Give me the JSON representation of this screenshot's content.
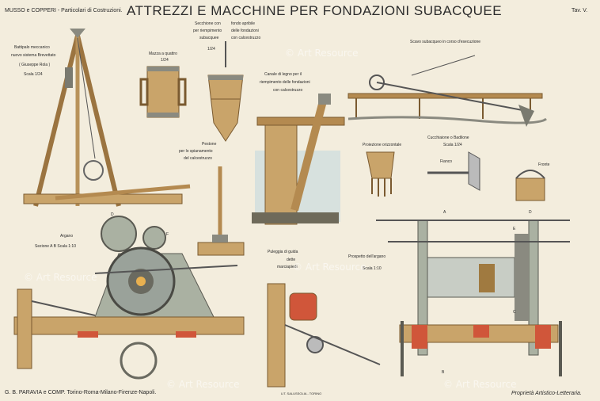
{
  "header": {
    "authors": "MUSSO e COPPERI - Particolari di Costruzioni.",
    "title": "ATTREZZI E MACCHINE PER FONDAZIONI SUBACQUEE",
    "plate": "Tav. V."
  },
  "labels": {
    "battipalo": [
      "Battipalo meccanico",
      "nuovo sistema Brevettato",
      "( Giuseppe Rola )",
      "Scala 1/24"
    ],
    "mazza": [
      "Mazza a quattro",
      "1/24"
    ],
    "secchione": [
      "Secchione con",
      "fondo apribile",
      "per riempimento",
      "delle fondazioni",
      "subacquee",
      "con calcestruzzo"
    ],
    "secchione_scale": "1/24",
    "canale": [
      "Canale di legno per il",
      "riempimento delle fondazioni",
      "con calcestruzzo"
    ],
    "scavo": "Scavo subacqueo in corso d'esecuzione",
    "pestone": [
      "Pestone",
      "per lo spianamento",
      "del calcestruzzo"
    ],
    "cucchiaione": [
      "Cucchiaione o Badilone",
      "Scala 1/24"
    ],
    "proiezione": "Proiezione orizzontale",
    "fianco": "Fianco",
    "fronte": "Fronte",
    "argano": [
      "Argano",
      "Sezione A B  Scala 1:10"
    ],
    "puleggia": [
      "Puleggia di guida",
      "dette",
      "marciapiedi"
    ],
    "prospetto": [
      "Prospetto dell'argano",
      "Scala 1:10"
    ],
    "letters": {
      "a": "A",
      "b": "B",
      "c": "C",
      "d": "D",
      "e": "E",
      "f": "F"
    }
  },
  "footer": {
    "publisher": "G. B. PARAVIA e COMP. Torino-Roma-Milano-Firenze-Napoli.",
    "printer": "LIT. SALUSSOLIA - TORINO",
    "rights": "Proprietà Artistico-Letteraria."
  },
  "watermark": "© Art Resource",
  "colors": {
    "paper": "#f3eddd",
    "wood": "#c9a46a",
    "wood_dark": "#8a6a3a",
    "iron": "#9aa29a",
    "red": "#d0563a",
    "water": "#d7e1de"
  }
}
